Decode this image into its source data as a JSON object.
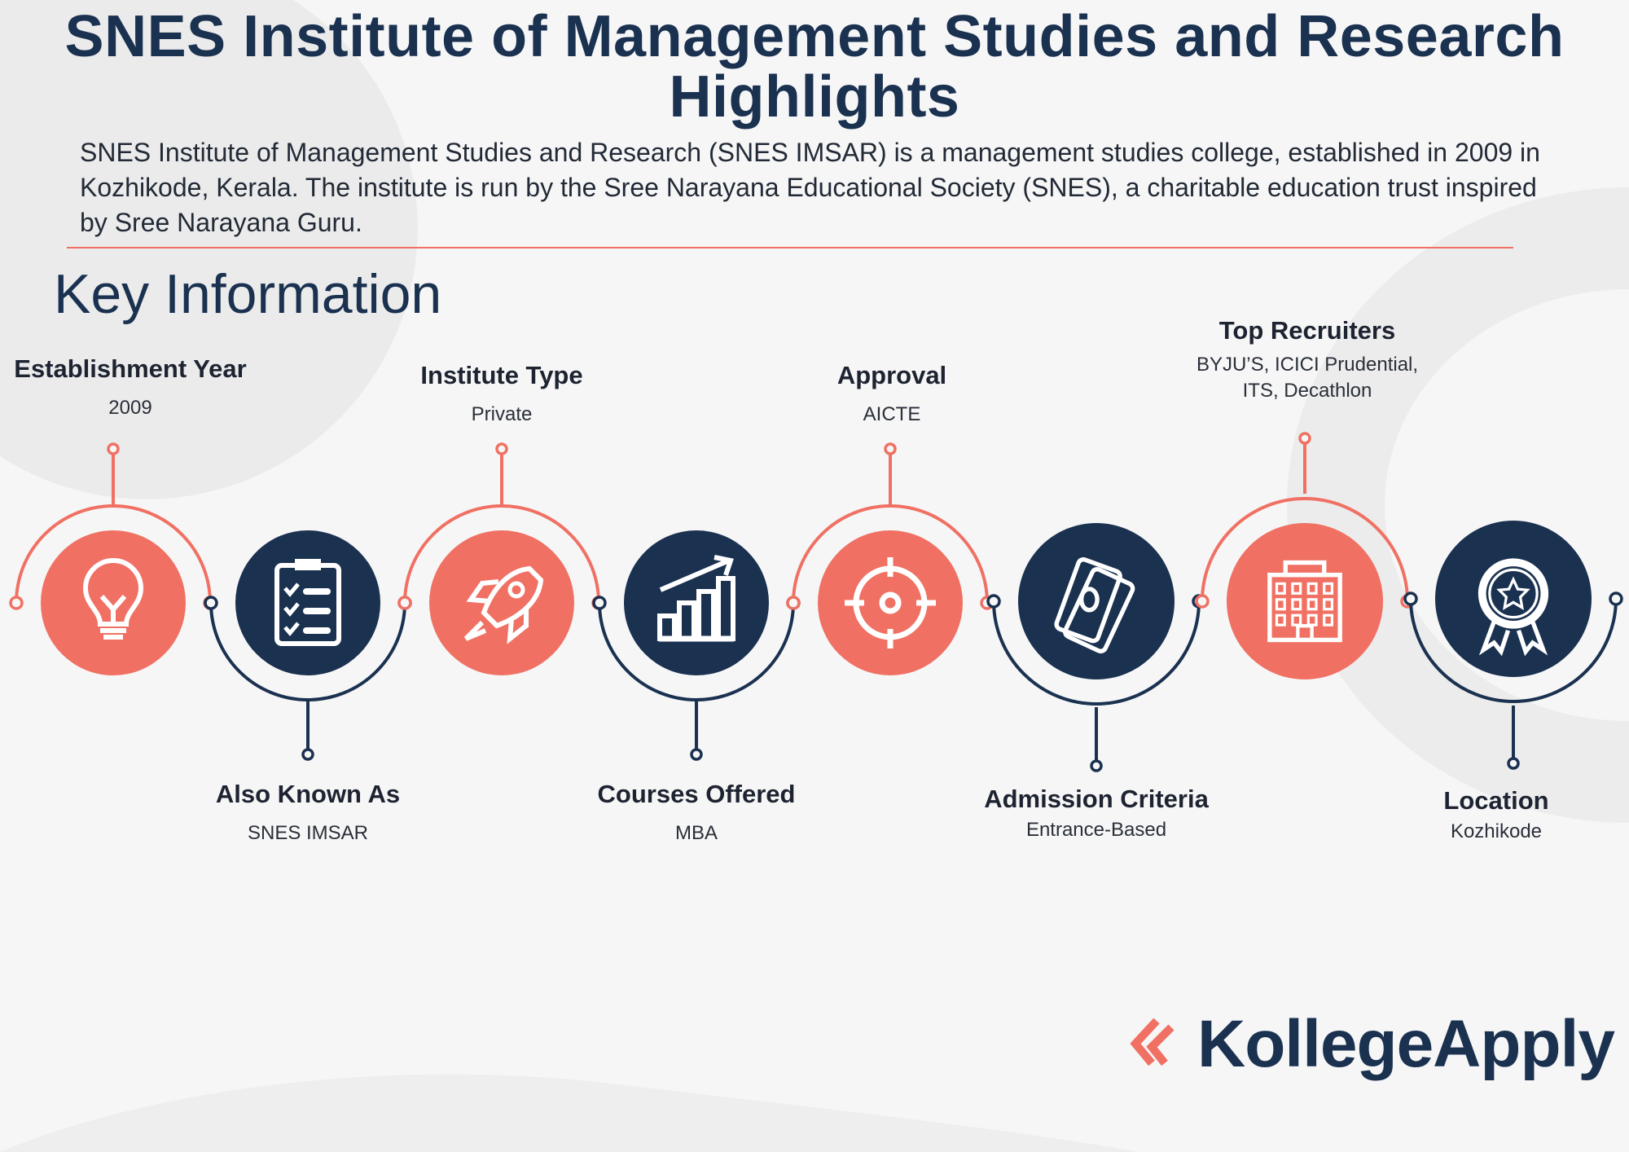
{
  "title": "SNES Institute of Management Studies and Research Highlights",
  "description": "SNES Institute of Management Studies and Research (SNES IMSAR) is a management studies college, established in 2009 in Kozhikode, Kerala. The institute is run by the Sree Narayana Educational Society (SNES), a charitable education trust inspired by Sree Narayana Guru.",
  "section_title": "Key Information",
  "colors": {
    "navy": "#1a3150",
    "coral": "#f07163"
  },
  "items": [
    {
      "label": "Establishment Year",
      "value": "2009",
      "icon": "lightbulb-icon",
      "color": "coral"
    },
    {
      "label": "Also Known As",
      "value": "SNES IMSAR",
      "icon": "clipboard-checklist-icon",
      "color": "navy"
    },
    {
      "label": "Institute Type",
      "value": "Private",
      "icon": "rocket-icon",
      "color": "coral"
    },
    {
      "label": "Courses Offered",
      "value": "MBA",
      "icon": "growth-chart-icon",
      "color": "navy"
    },
    {
      "label": "Approval",
      "value": "AICTE",
      "icon": "target-icon",
      "color": "coral"
    },
    {
      "label": "Admission Criteria",
      "value": "Entrance-Based",
      "icon": "money-icon",
      "color": "navy"
    },
    {
      "label": "Top Recruiters",
      "value": "BYJU’S, ICICI Prudential, ITS, Decathlon",
      "icon": "building-icon",
      "color": "coral"
    },
    {
      "label": "Location",
      "value": "Kozhikode",
      "icon": "award-badge-icon",
      "color": "navy"
    }
  ],
  "brand": "KollegeApply"
}
